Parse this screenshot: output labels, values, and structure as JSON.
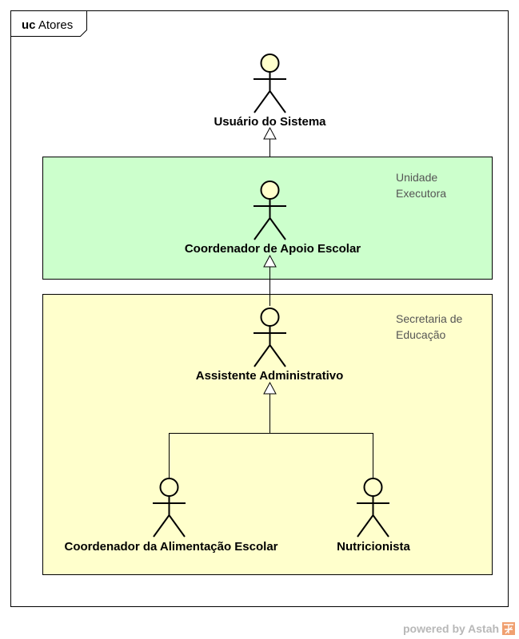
{
  "frame": {
    "keyword": "uc",
    "name": "Atores"
  },
  "regions": [
    {
      "id": "unidade",
      "label_lines": [
        "Unidade",
        "Executora"
      ],
      "fill": "#ccffcc"
    },
    {
      "id": "secretaria",
      "label_lines": [
        "Secretaria de",
        "Educação"
      ],
      "fill": "#ffffcc"
    }
  ],
  "actors": [
    {
      "id": "usuario",
      "name": "Usuário do Sistema",
      "head_fill": "#ffffcc"
    },
    {
      "id": "coord_apoio",
      "name": "Coordenador de Apoio Escolar",
      "head_fill": "#ffffcc"
    },
    {
      "id": "assistente",
      "name": "Assistente Administrativo",
      "head_fill": "#ffffcc"
    },
    {
      "id": "coord_alim",
      "name": "Coordenador da Alimentação Escolar",
      "head_fill": "#ffffcc"
    },
    {
      "id": "nutricionista",
      "name": "Nutricionista",
      "head_fill": "#ffffcc"
    }
  ],
  "generalizations": [
    {
      "child": "coord_apoio",
      "parent": "usuario"
    },
    {
      "child": "assistente",
      "parent": "coord_apoio"
    },
    {
      "child": "coord_alim",
      "parent": "assistente"
    },
    {
      "child": "nutricionista",
      "parent": "assistente"
    }
  ],
  "footer": {
    "text": "powered by Astah",
    "logo_color": "#f0a070"
  }
}
